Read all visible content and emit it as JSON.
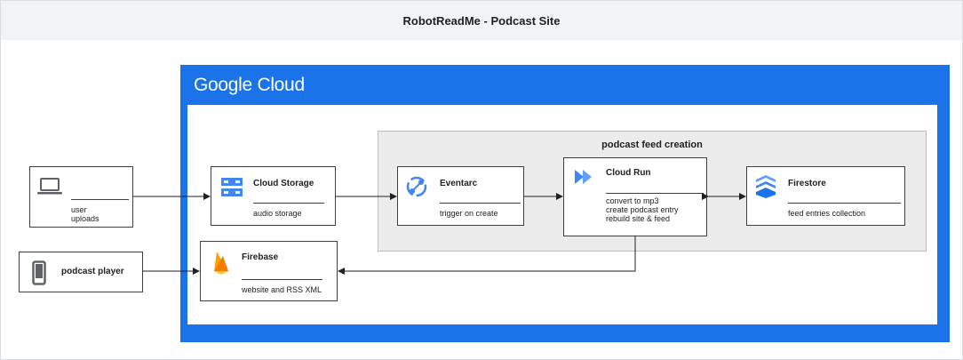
{
  "title": "RobotReadMe - Podcast Site",
  "cloud": {
    "logo": "Google Cloud"
  },
  "group": {
    "title": "podcast feed creation"
  },
  "nodes": {
    "user": {
      "icon": "laptop-icon",
      "line1": "user",
      "line2": "uploads"
    },
    "player": {
      "icon": "phone-icon",
      "title": "podcast player"
    },
    "storage": {
      "icon": "cloud-storage-icon",
      "title": "Cloud Storage",
      "sub": "audio storage"
    },
    "firebase": {
      "icon": "firebase-icon",
      "title": "Firebase",
      "sub": "website and RSS XML"
    },
    "eventarc": {
      "icon": "eventarc-icon",
      "title": "Eventarc",
      "sub": "trigger on create"
    },
    "cloudrun": {
      "icon": "cloud-run-icon",
      "title": "Cloud Run",
      "sub1": "convert to mp3",
      "sub2": "create podcast entry",
      "sub3": "rebuild site & feed"
    },
    "firestore": {
      "icon": "firestore-icon",
      "title": "Firestore",
      "sub": "feed entries collection"
    }
  },
  "colors": {
    "cloud_blue": "#1a73e8",
    "title_bar": "#f1f3f4",
    "group_fill": "#ececec",
    "storage_blue": "#4285f4",
    "firebase_orange": "#ffa000"
  }
}
